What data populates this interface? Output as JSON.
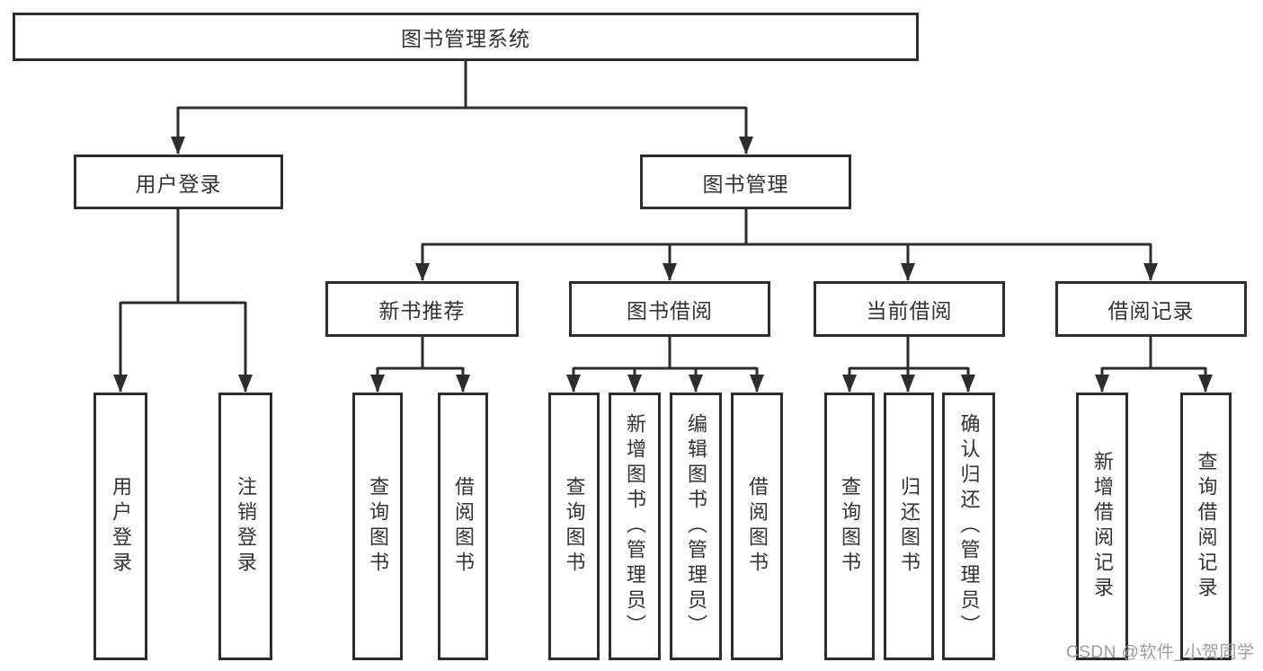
{
  "colors": {
    "line": "#2d2d2d",
    "box_border": "#2d2d2d",
    "text": "#333333",
    "watermark": "#9c9c9c",
    "background": "#ffffff"
  },
  "tree": {
    "label": "图书管理系统",
    "children": [
      {
        "label": "用户登录",
        "children": [
          {
            "label": "用户登录"
          },
          {
            "label": "注销登录"
          }
        ]
      },
      {
        "label": "图书管理",
        "children": [
          {
            "label": "新书推荐",
            "children": [
              {
                "label": "查询图书"
              },
              {
                "label": "借阅图书"
              }
            ]
          },
          {
            "label": "图书借阅",
            "children": [
              {
                "label": "查询图书"
              },
              {
                "label": "新增图书（管理员）"
              },
              {
                "label": "编辑图书（管理员）"
              },
              {
                "label": "借阅图书"
              }
            ]
          },
          {
            "label": "当前借阅",
            "children": [
              {
                "label": "查询图书"
              },
              {
                "label": "归还图书"
              },
              {
                "label": "确认归还（管理员）"
              }
            ]
          },
          {
            "label": "借阅记录",
            "children": [
              {
                "label": "新增借阅记录"
              },
              {
                "label": "查询借阅记录"
              }
            ]
          }
        ]
      }
    ]
  },
  "watermark": {
    "text": "CSDN @软件_小贺同学"
  }
}
